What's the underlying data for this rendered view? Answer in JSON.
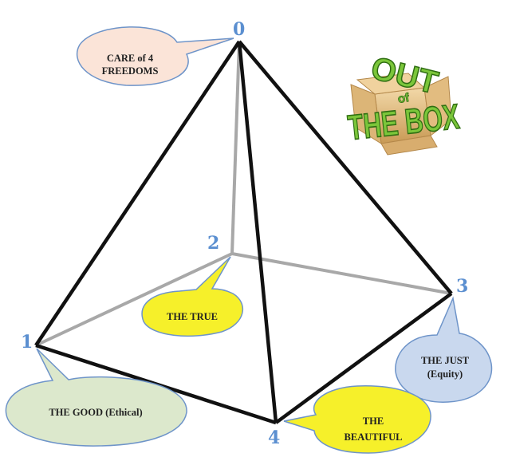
{
  "vertices": {
    "v0": "0",
    "v1": "1",
    "v2": "2",
    "v3": "3",
    "v4": "4"
  },
  "callouts": {
    "care": {
      "line1": "CARE of 4",
      "line2": "FREEDOMS"
    },
    "true": {
      "line1": "THE TRUE"
    },
    "good": {
      "line1": "THE GOOD (Ethical)"
    },
    "just": {
      "line1": "THE JUST",
      "line2": "(Equity)"
    },
    "beautiful": {
      "line1": "THE",
      "line2": "BEAUTIFUL"
    }
  },
  "logo": {
    "top": "OUT",
    "middle": "of",
    "bottom": "THE BOX"
  },
  "colors": {
    "care_fill": "#fbe4d8",
    "true_fill": "#f6f02a",
    "good_fill": "#dce8cc",
    "just_fill": "#c9d8ee",
    "beautiful_fill": "#f6f02a",
    "callout_stroke": "#6e94c9",
    "vertex_label": "#5b8fd0",
    "edge_front": "#111111",
    "edge_hidden": "#a8a8a8",
    "logo_green": "#7bc63a",
    "box_tan": "#e7c48d"
  }
}
